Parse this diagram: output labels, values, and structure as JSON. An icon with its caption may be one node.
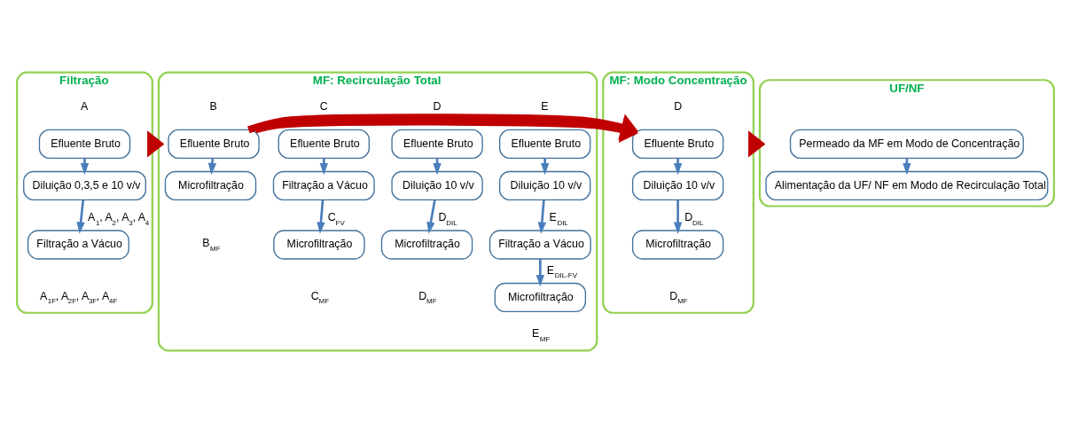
{
  "diagram": {
    "nodes": [
      {
        "text": [
          "Filtração"
        ]
      },
      {
        "text": [
          "Efluente Bruto"
        ],
        "in": 0
      },
      {
        "text": [
          "Diluição 0,3,5 e 10 v/v"
        ],
        "in": 0
      },
      {
        "text": [
          "Filtração a Vácuo"
        ],
        "in": 0,
        "beside": [
          "A$_{1F}$, A$_{2F}$, A$_{3F}$, A$_{4F}$"
        ]
      },
      {
        "text": [
          "MF: Recirculação Total"
        ]
      },
      {
        "text": [
          "Efluente Bruto"
        ],
        "in": 4
      },
      {
        "text": [
          "Microfiltração"
        ],
        "in": 4,
        "beside": [
          "B$_{MF}$"
        ]
      },
      {
        "text": [
          "Efluente Bruto"
        ],
        "in": 4
      },
      {
        "text": [
          "Filtração a Vácuo"
        ],
        "in": 4
      },
      {
        "text": [
          "Microfiltração"
        ],
        "in": 4,
        "beside": [
          "C$_{MF}$"
        ]
      },
      {
        "text": [
          "Efluente Bruto"
        ],
        "in": 4
      },
      {
        "text": [
          "Diluição 10 v/v"
        ],
        "in": 4
      },
      {
        "text": [
          "Microfiltração"
        ],
        "in": 4,
        "beside": [
          "D$_{MF}$"
        ]
      },
      {
        "text": [
          "Efluente Bruto"
        ],
        "in": 4
      },
      {
        "text": [
          "Diluição 10 v/v"
        ],
        "in": 4
      },
      {
        "text": [
          "Filtração a Vácuo"
        ],
        "in": 4
      },
      {
        "text": [
          "Microfiltração"
        ],
        "in": 4,
        "beside": [
          "E$_{MF}$"
        ]
      },
      {
        "text": [
          "MF: Modo Concentração"
        ]
      },
      {
        "text": [
          "Efluente Bruto"
        ],
        "in": 17
      },
      {
        "text": [
          "Diluição 10 v/v"
        ],
        "in": 17
      },
      {
        "text": [
          "Microfiltração"
        ],
        "in": 17,
        "beside": [
          "D$_{MF}$"
        ]
      },
      {
        "text": [
          "UF/NF"
        ]
      },
      {
        "text": [
          "Permeado da MF em Modo de Concentração"
        ],
        "in": 21
      },
      {
        "text": [
          "Alimentação da UF/ NF em Modo de Recirculação Total"
        ],
        "in": 21
      }
    ],
    "edges": [
      {
        "from": 1,
        "to": 2,
        "arrow": "to"
      },
      {
        "from": 2,
        "to": 3,
        "arrow": "to",
        "label": "A$_{1}$, A$_{2}$, A$_{3}$, A$_{4}$"
      },
      {
        "from": 5,
        "to": 6,
        "arrow": "to"
      },
      {
        "from": 7,
        "to": 8,
        "arrow": "to"
      },
      {
        "from": 8,
        "to": 9,
        "arrow": "to",
        "label": "C$_{FV}$"
      },
      {
        "from": 10,
        "to": 11,
        "arrow": "to"
      },
      {
        "from": 11,
        "to": 12,
        "arrow": "to",
        "label": "D$_{DIL}$"
      },
      {
        "from": 13,
        "to": 14,
        "arrow": "to"
      },
      {
        "from": 14,
        "to": 15,
        "arrow": "to",
        "label": "E$_{DIL}$"
      },
      {
        "from": 15,
        "to": 16,
        "arrow": "to",
        "label": "E$_{DIL-FV}$"
      },
      {
        "from": 18,
        "to": 19,
        "arrow": "to"
      },
      {
        "from": 19,
        "to": 20,
        "arrow": "to",
        "label": "D$_{DIL}$"
      },
      {
        "from": 22,
        "to": 23,
        "arrow": "to"
      },
      {
        "from": 0,
        "to": 4,
        "arrow": "to",
        "style": "thick",
        "color": "#c00000"
      },
      {
        "from": 4,
        "to": 17,
        "arrow": "to",
        "style": "thick",
        "color": "#c00000"
      },
      {
        "from": 17,
        "to": 21,
        "arrow": "to",
        "style": "thick",
        "color": "#c00000"
      }
    ],
    "labels": [
      "A",
      "B",
      "C",
      "D",
      "E",
      "D"
    ]
  }
}
